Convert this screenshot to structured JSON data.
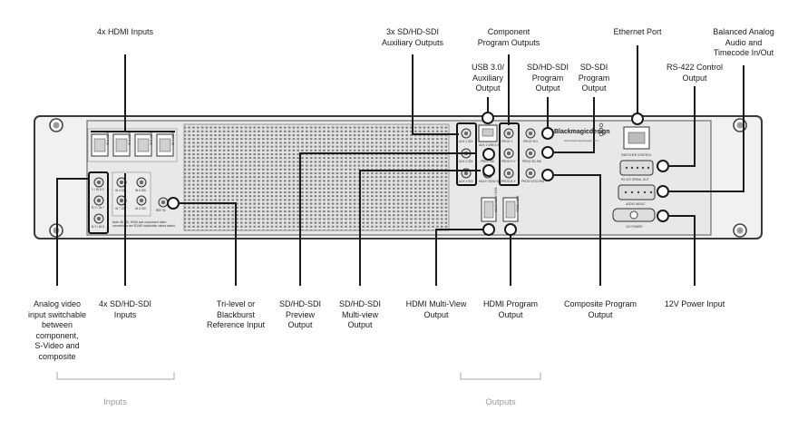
{
  "brand": {
    "name": "Blackmagicdesign",
    "url": "www.blackmagicdesign.com"
  },
  "labels_top": {
    "hdmi_inputs": "4x HDMI Inputs",
    "sdi_aux_outputs": [
      "3x SD/HD-SDI",
      "Auxiliary Outputs"
    ],
    "component_program": [
      "Component",
      "Program Outputs"
    ],
    "ethernet": "Ethernet Port",
    "balanced_audio": [
      "Balanced Analog",
      "Audio and",
      "Timecode In/Out"
    ],
    "usb": [
      "USB 3.0/",
      "Auxiliary",
      "Output"
    ],
    "sdhd_program": [
      "SD/HD-SDI",
      "Program",
      "Output"
    ],
    "sd_program": [
      "SD-SDI",
      "Program",
      "Output"
    ],
    "rs422": [
      "RS-422 Control",
      "Output"
    ]
  },
  "labels_bottom": {
    "analog_video": [
      "Analog video",
      "input switchable",
      "between",
      "component,",
      "S-Video and",
      "composite"
    ],
    "sdi_inputs": [
      "4x SD/HD-SDI",
      "Inputs"
    ],
    "ref_input": [
      "Tri-level or",
      "Blackburst",
      "Reference Input"
    ],
    "preview": [
      "SD/HD-SDI",
      "Preview",
      "Output"
    ],
    "multiview_sdi": [
      "SD/HD-SDI",
      "Multi-view",
      "Output"
    ],
    "hdmi_multiview": [
      "HDMI Multi-View",
      "Output"
    ],
    "hdmi_program": [
      "HDMI Program",
      "Output"
    ],
    "composite_program": [
      "Composite Program",
      "Output"
    ],
    "power": "12V Power Input"
  },
  "groups": {
    "inputs": "Inputs",
    "outputs": "Outputs"
  },
  "panel_text": {
    "hdmi_ports": [
      "IN 1 HDMI",
      "IN 2 HDMI",
      "IN 3 HDMI",
      "IN 4 HDMI"
    ],
    "sdi_ports": [
      "IN 5 SDI",
      "IN 6 SDI",
      "IN 7 SDI",
      "IN 8 SDI"
    ],
    "analog_ports": [
      "Y / IN 5 S",
      "R-Y / IN 7",
      "B-Y / IN 8"
    ],
    "ref_in": "REF IN",
    "aux_ports": [
      "AUX 1 SDI",
      "AUX 2 SDI",
      "AUX 3 SDI"
    ],
    "usb_port": "AUX 1 USB 3.0",
    "prev_port": "PREV SDI",
    "multiview_port": "MULTI VIEW SDI",
    "prog_ports": [
      "PROG Y",
      "PROG R-Y",
      "PROG B-Y"
    ],
    "prog_sdi": "PROG SDI",
    "prog_sd_sdi": "PROG SD-SDI",
    "prog_ntsc": "PROG NTSC/PAL",
    "hdmi_outs": [
      "MULTI VIEW HDMI",
      "PROG HDMI"
    ],
    "switcher_control": "SWITCHER CONTROL",
    "rs422_serial": "RS-422 SERIAL OUT",
    "audio_in_out": "AUDIO IN/OUT",
    "power_label": "12V POWER",
    "note": [
      "Note: All SDI, HDMI and component video",
      "connections are SD/HD switchable unless stated."
    ]
  }
}
